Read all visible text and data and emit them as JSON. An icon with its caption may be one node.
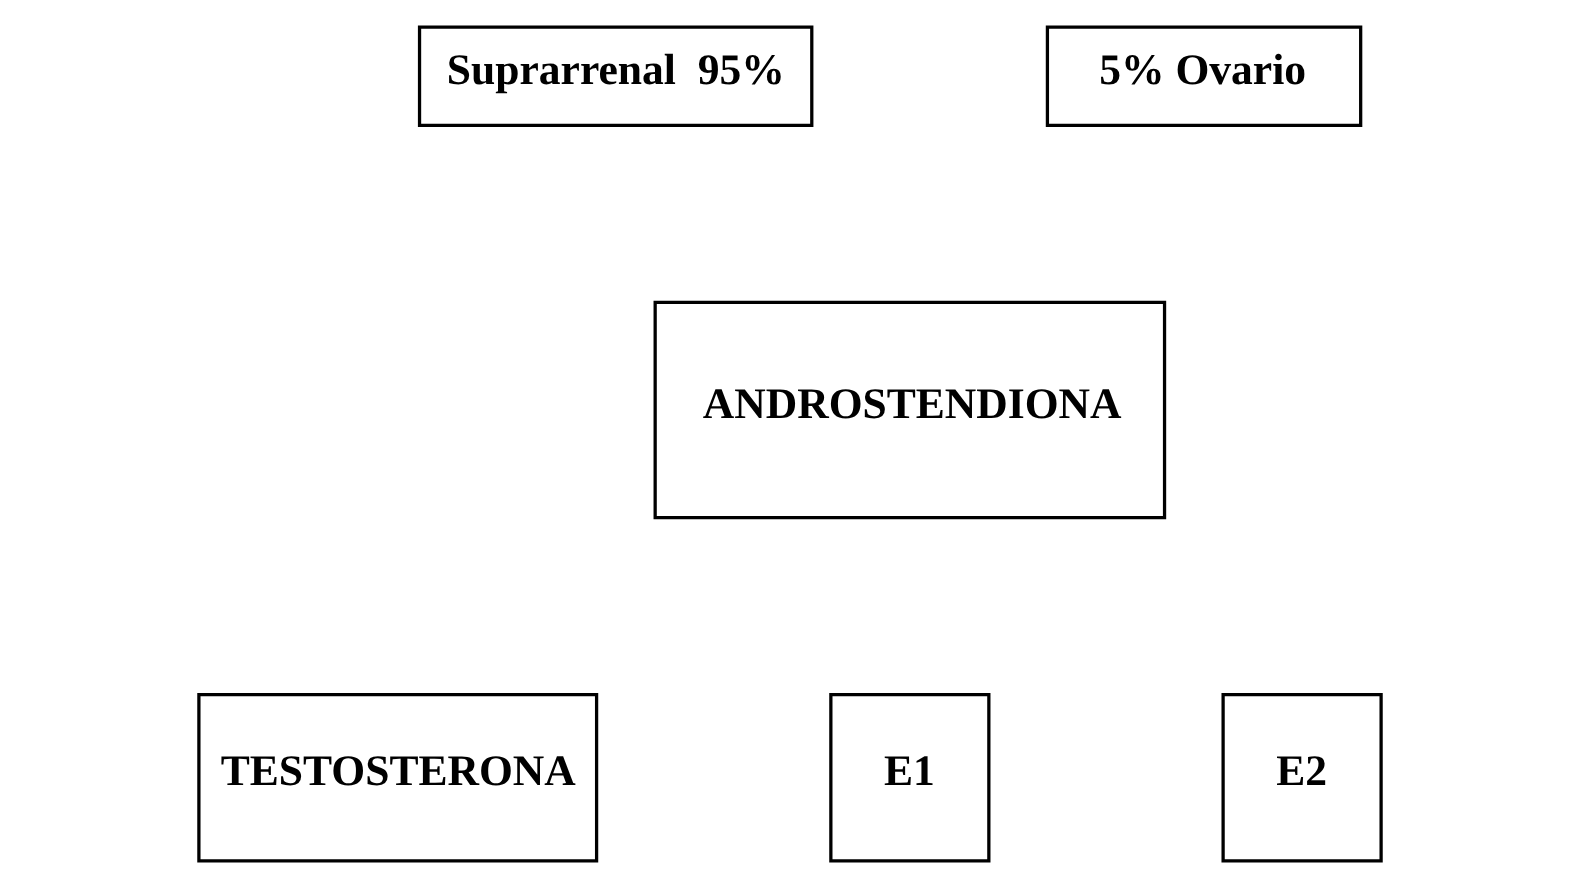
{
  "diagram": {
    "nodes": [
      {
        "text": [
          "Suprarrenal  95%"
        ]
      },
      {
        "text": [
          "5% Ovario"
        ]
      },
      {
        "text": [
          "ANDROSTENDIONA"
        ]
      },
      {
        "text": [
          "TESTOSTERONA"
        ]
      },
      {
        "text": [
          "E1"
        ]
      },
      {
        "text": [
          "E2"
        ]
      }
    ]
  }
}
